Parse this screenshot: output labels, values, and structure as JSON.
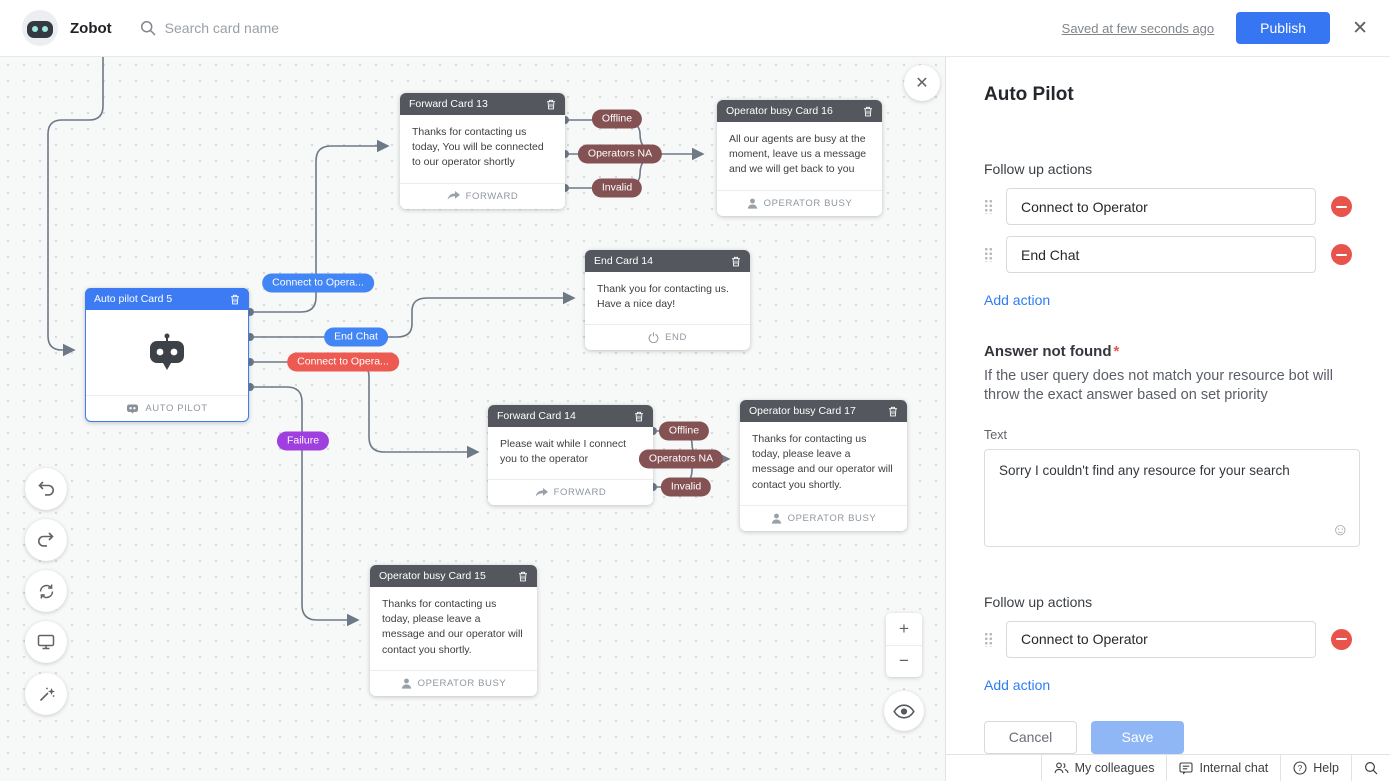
{
  "topbar": {
    "app_name": "Zobot",
    "search_placeholder": "Search card name",
    "saved_status": "Saved at few seconds ago",
    "publish_label": "Publish"
  },
  "canvas": {
    "cards": [
      {
        "title": "Auto pilot Card 5",
        "footer": "AUTO PILOT"
      },
      {
        "title": "Forward Card 13",
        "body": "Thanks for contacting us today, You will be connected to our operator shortly",
        "footer": "FORWARD"
      },
      {
        "title": "Operator busy Card 16",
        "body": "All our agents are busy at the moment, leave us a message and we will get back to you",
        "footer": "OPERATOR BUSY"
      },
      {
        "title": "End Card 14",
        "body": "Thank you for contacting us. Have a nice day!",
        "footer": "END"
      },
      {
        "title": "Forward Card 14",
        "body": "Please wait while I connect you to the operator",
        "footer": "FORWARD"
      },
      {
        "title": "Operator busy Card 17",
        "body": "Thanks for contacting us today, please leave a message and our operator will contact you shortly.",
        "footer": "OPERATOR BUSY"
      },
      {
        "title": "Operator busy Card 15",
        "body": "Thanks for contacting us today, please leave a message and our operator will contact you shortly.",
        "footer": "OPERATOR BUSY"
      }
    ],
    "edge_labels": [
      {
        "text": "Offline",
        "color": "#855254"
      },
      {
        "text": "Operators NA",
        "color": "#855254"
      },
      {
        "text": "Invalid",
        "color": "#855254"
      },
      {
        "text": "Connect to Opera...",
        "color": "#4285f4"
      },
      {
        "text": "End Chat",
        "color": "#4285f4"
      },
      {
        "text": "Connect to Opera...",
        "color": "#ed5a52"
      },
      {
        "text": "Failure",
        "color": "#a03fe0"
      },
      {
        "text": "Offline",
        "color": "#855254"
      },
      {
        "text": "Operators NA",
        "color": "#855254"
      },
      {
        "text": "Invalid",
        "color": "#855254"
      }
    ],
    "zoom_in": "+",
    "zoom_out": "−"
  },
  "panel": {
    "title": "Auto Pilot",
    "followup1": {
      "label": "Follow up actions",
      "actions": [
        "Connect to Operator",
        "End Chat"
      ],
      "add_label": "Add action"
    },
    "answer_not_found": {
      "heading": "Answer not found",
      "required_mark": "*",
      "description": "If the user query does not match your resource bot will throw the exact answer based on set priority",
      "text_label": "Text",
      "text_value": "Sorry I couldn't find any resource for your search"
    },
    "followup2": {
      "label": "Follow up actions",
      "actions": [
        "Connect to Operator"
      ],
      "add_label": "Add action"
    },
    "cancel_label": "Cancel",
    "save_label": "Save"
  },
  "statusbar": {
    "items": [
      "My colleagues",
      "Internal chat",
      "Help"
    ]
  },
  "colors": {
    "accent_blue": "#3676f3",
    "card_header_gray": "#54575d",
    "card_header_blue": "#3d7bf5",
    "pill_maroon": "#855254",
    "pill_blue": "#4285f4",
    "pill_red": "#ed5a52",
    "pill_purple": "#a03fe0",
    "danger_red": "#e8544c",
    "save_disabled_blue": "#8fb6f5"
  }
}
